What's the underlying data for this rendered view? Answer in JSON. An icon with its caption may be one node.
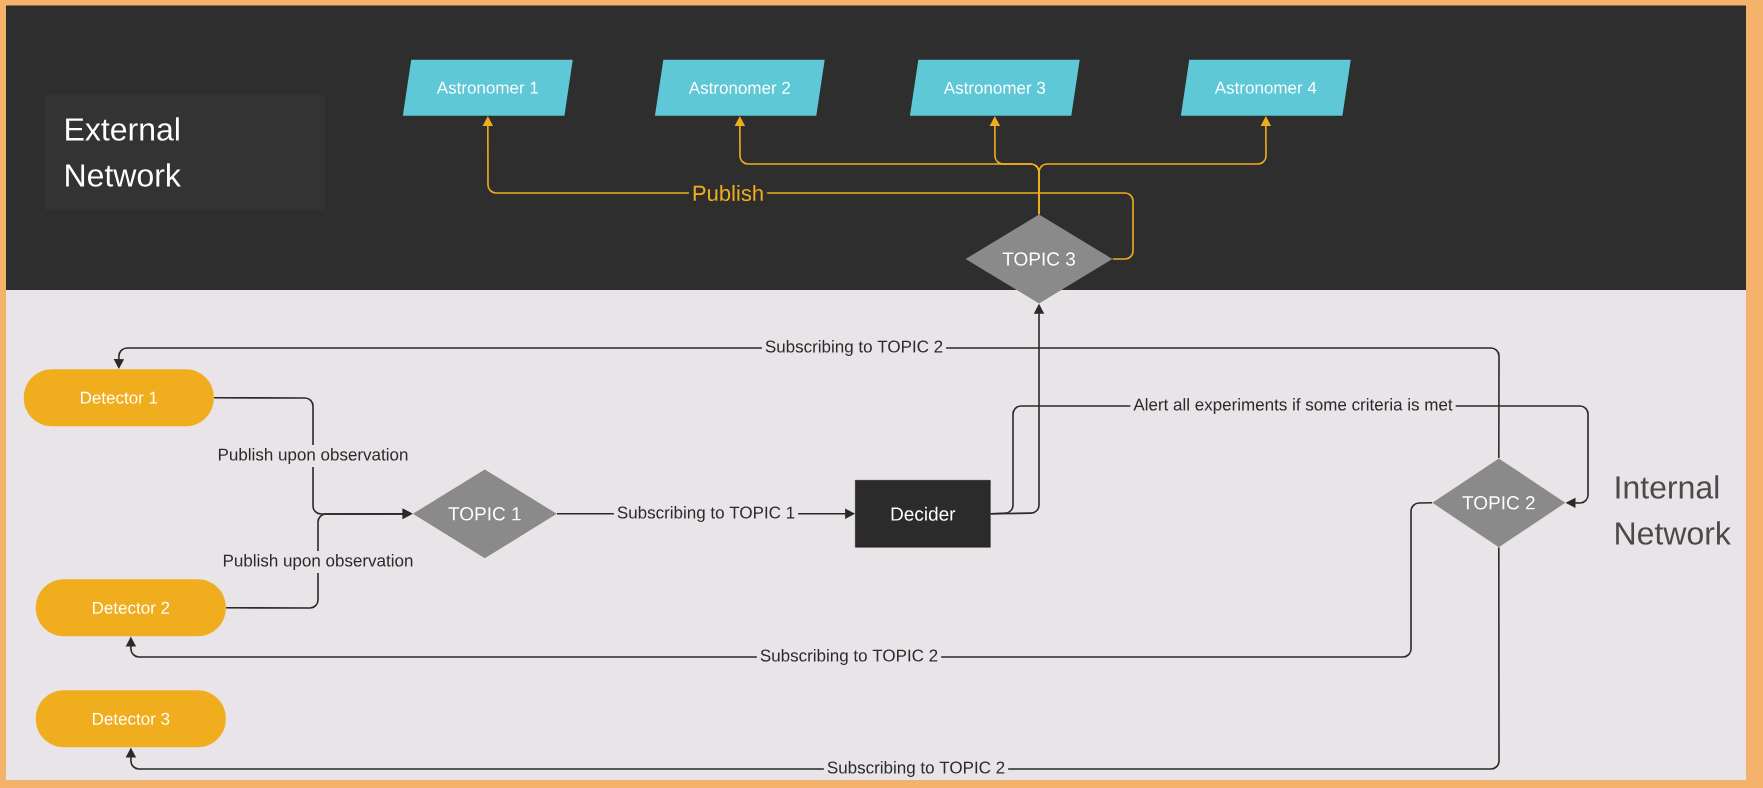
{
  "diagram": {
    "nodes": [
      {
        "text": [
          "External Network"
        ]
      },
      {
        "text": [
          "Internal Network"
        ]
      },
      {
        "text": [
          "Astronomer 1"
        ],
        "in": 0
      },
      {
        "text": [
          "Astronomer 2"
        ],
        "in": 0
      },
      {
        "text": [
          "Astronomer 3"
        ],
        "in": 0
      },
      {
        "text": [
          "Astronomer 4"
        ],
        "in": 0
      },
      {
        "text": [
          "TOPIC 3"
        ]
      },
      {
        "text": [
          "Detector 1"
        ],
        "in": 1
      },
      {
        "text": [
          "Detector 2"
        ],
        "in": 1
      },
      {
        "text": [
          "Detector 3"
        ],
        "in": 1
      },
      {
        "text": [
          "TOPIC 1"
        ],
        "in": 1
      },
      {
        "text": [
          "Decider"
        ],
        "in": 1
      },
      {
        "text": [
          "TOPIC 2"
        ],
        "in": 1
      }
    ],
    "edges": [
      {
        "from": 6,
        "to": 2,
        "arrow": "to",
        "label": "Publish",
        "color": "#f0ae1e"
      },
      {
        "from": 6,
        "to": 3,
        "arrow": "to",
        "color": "#f0ae1e"
      },
      {
        "from": 6,
        "to": 4,
        "arrow": "to",
        "color": "#f0ae1e"
      },
      {
        "from": 6,
        "to": 5,
        "arrow": "to",
        "color": "#f0ae1e"
      },
      {
        "from": 7,
        "to": 10,
        "arrow": "to",
        "label": "Publish upon observation"
      },
      {
        "from": 8,
        "to": 10,
        "arrow": "to",
        "label": "Publish upon observation"
      },
      {
        "from": 10,
        "to": 11,
        "arrow": "to",
        "label": "Subscribing to TOPIC 1"
      },
      {
        "from": 11,
        "to": 6,
        "arrow": "to"
      },
      {
        "from": 11,
        "to": 12,
        "arrow": "to",
        "label": "Alert all experiments if some criteria is met"
      },
      {
        "from": 12,
        "to": 7,
        "arrow": "to",
        "label": "Subscribing to TOPIC 2"
      },
      {
        "from": 12,
        "to": 8,
        "arrow": "to",
        "label": "Subscribing to TOPIC 2"
      },
      {
        "from": 12,
        "to": 9,
        "arrow": "to",
        "label": "Subscribing to TOPIC 2"
      }
    ]
  }
}
